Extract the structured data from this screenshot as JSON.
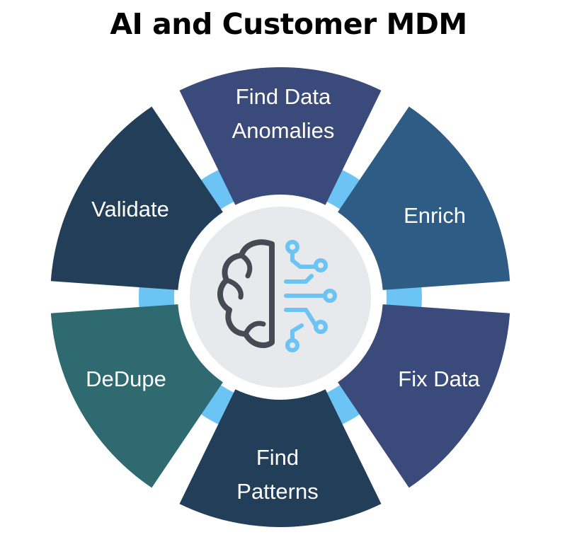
{
  "title": "AI and Customer MDM",
  "segments": [
    {
      "id": "find-data-anomalies",
      "lines": [
        "Find Data",
        "Anomalies"
      ],
      "color": "#3a4a7a"
    },
    {
      "id": "enrich",
      "lines": [
        "Enrich"
      ],
      "color": "#2f5c85"
    },
    {
      "id": "fix-data",
      "lines": [
        "Fix Data"
      ],
      "color": "#3a4a7a"
    },
    {
      "id": "find-patterns",
      "lines": [
        "Find",
        "Patterns"
      ],
      "color": "#223e58"
    },
    {
      "id": "dedupe",
      "lines": [
        "DeDupe"
      ],
      "color": "#2e6a70"
    },
    {
      "id": "validate",
      "lines": [
        "Validate"
      ],
      "color": "#223e58"
    }
  ],
  "connector_color": "#6cc4f5",
  "hub": {
    "icon": "ai-brain-icon",
    "background": "#e8e9ec"
  }
}
